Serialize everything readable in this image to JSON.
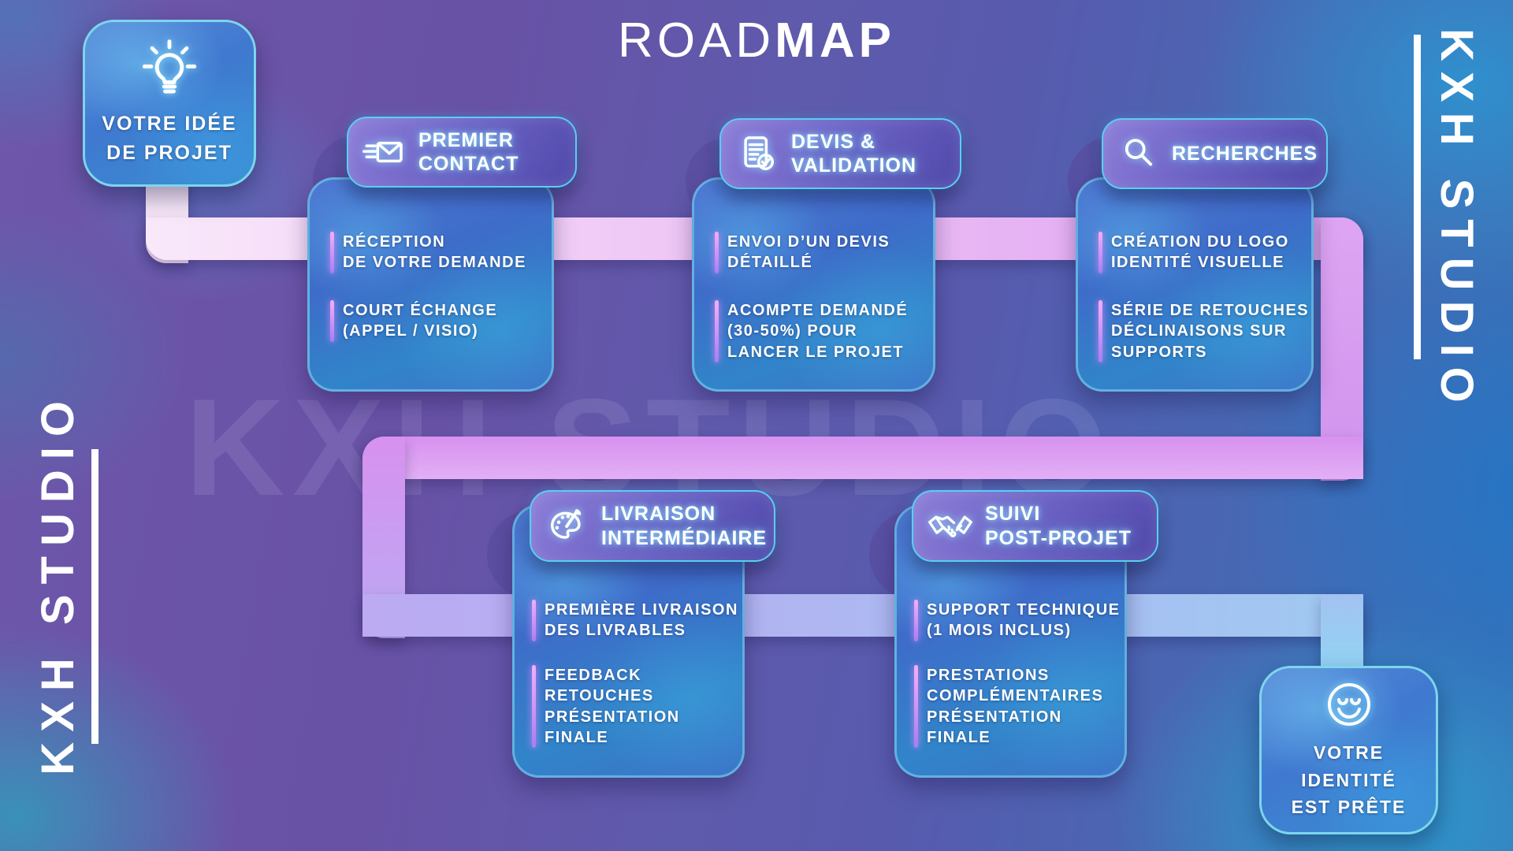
{
  "title": {
    "part_light": "ROAD",
    "part_bold": "MAP"
  },
  "brand": {
    "name": "KXH STUDIO",
    "watermark": "KXH STUDIO"
  },
  "nodes": {
    "start": {
      "icon": "lightbulb-icon",
      "label": "VOTRE IDÉE\nDE PROJET"
    },
    "end": {
      "icon": "smiley-icon",
      "label": "VOTRE\nIDENTITÉ\nEST PRÊTE"
    }
  },
  "steps": [
    {
      "icon": "send-mail-icon",
      "title": "PREMIER\nCONTACT",
      "items": [
        "RÉCEPTION\nDE VOTRE DEMANDE",
        "COURT ÉCHANGE\n(APPEL / VISIO)"
      ]
    },
    {
      "icon": "document-check-icon",
      "title": "DEVIS &\nVALIDATION",
      "items": [
        "ENVOI D’UN DEVIS\nDÉTAILLÉ",
        "ACOMPTE DEMANDÉ\n(30-50%) POUR\nLANCER LE PROJET"
      ]
    },
    {
      "icon": "search-icon",
      "title": "RECHERCHES",
      "items": [
        "CRÉATION DU LOGO\nIDENTITÉ VISUELLE",
        "SÉRIE DE RETOUCHES\nDÉCLINAISONS SUR\nSUPPORTS"
      ]
    },
    {
      "icon": "palette-icon",
      "title": "LIVRAISON\nINTERMÉDIAIRE",
      "items": [
        "PREMIÈRE LIVRAISON\nDES LIVRABLES",
        "FEEDBACK\nRETOUCHES\nPRÉSENTATION\nFINALE"
      ]
    },
    {
      "icon": "handshake-icon",
      "title": "SUIVI\nPOST-PROJET",
      "items": [
        "SUPPORT TECHNIQUE\n(1 MOIS INCLUS)",
        "PRESTATIONS\nCOMPLÉMENTAIRES\nPRÉSENTATION\nFINALE"
      ]
    }
  ],
  "colors": {
    "accent_cyan": "#58cff2",
    "pipe_pink": "#f6dcf8",
    "pipe_orchid": "#d48ff0",
    "pipe_blue": "#8fd4f0",
    "card_blue": "#3b74c9",
    "header_purple": "#5c52b4",
    "background_purple": "#6b55a8",
    "background_teal": "#2f8fb8"
  }
}
